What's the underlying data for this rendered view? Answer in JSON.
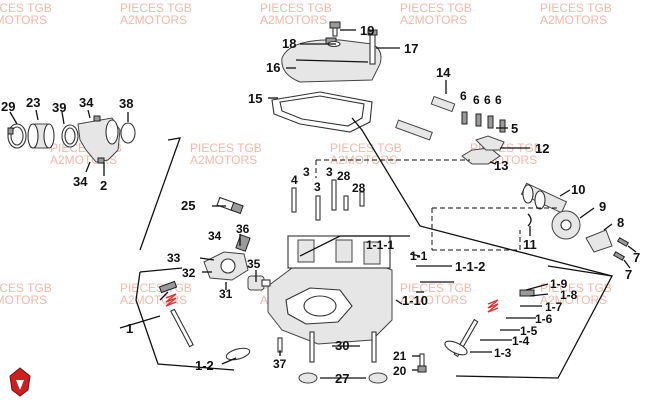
{
  "watermark": {
    "line1": "PIECES TGB",
    "line2": "A2MOTORS"
  },
  "colors": {
    "watermark": "#f4b8a8",
    "lines": "#111111",
    "spring": "#e03030",
    "logo": "#cc1f1f"
  },
  "logo": {
    "icon": "shield-logo-icon"
  },
  "labels": {
    "p29": "29",
    "p23": "23",
    "p39": "39",
    "p34a": "34",
    "p38": "38",
    "p34b": "34",
    "p2": "2",
    "p19": "19",
    "p18": "18",
    "p17": "17",
    "p16": "16",
    "p15": "15",
    "p14": "14",
    "p6a": "6",
    "p6b": "6",
    "p6c": "6",
    "p6d": "6",
    "p5": "5",
    "p12": "12",
    "p13": "13",
    "p10": "10",
    "p9": "9",
    "p8": "8",
    "p11": "11",
    "p7a": "7",
    "p7b": "7",
    "p4": "4",
    "p3a": "3",
    "p3b": "3",
    "p28a": "28",
    "p28b": "28",
    "p25": "25",
    "p34c": "34",
    "p36": "36",
    "p33": "33",
    "p32": "32",
    "p35": "35",
    "p31": "31",
    "p1": "1",
    "p1_2": "1-2",
    "p1_1_1": "1-1-1",
    "p1_1": "1-1",
    "p1_1_2": "1-1-2",
    "p1_10": "1-10",
    "p1_9": "1-9",
    "p1_8": "1-8",
    "p1_7": "1-7",
    "p1_6": "1-6",
    "p1_5": "1-5",
    "p1_4": "1-4",
    "p1_3": "1-3",
    "p30": "30",
    "p21": "21",
    "p20": "20",
    "p27": "27",
    "p37": "37"
  }
}
